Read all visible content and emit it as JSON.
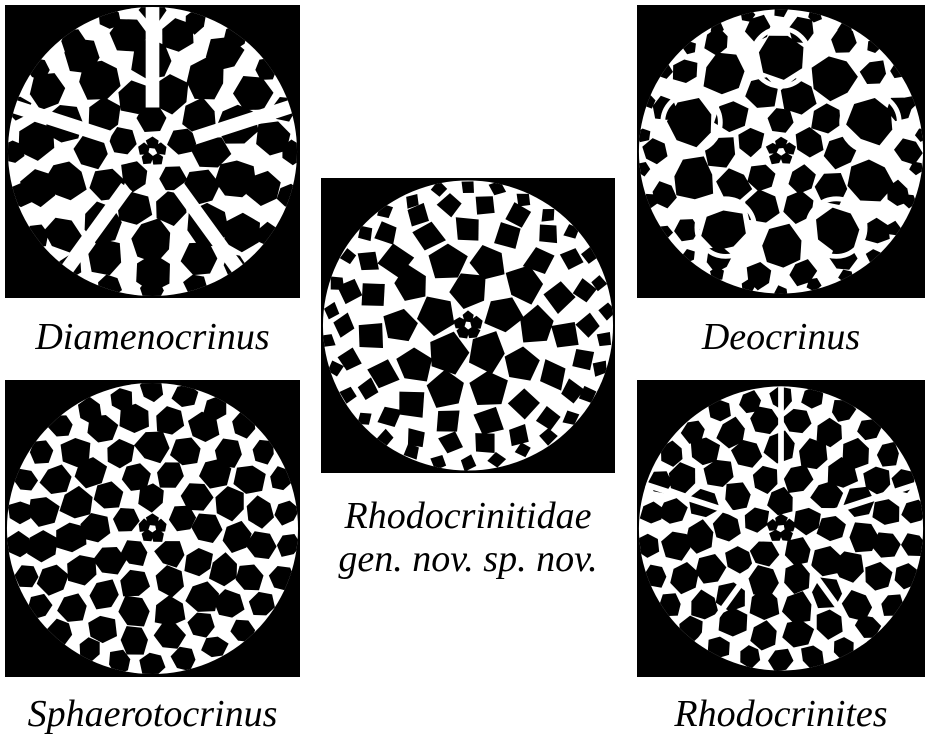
{
  "panels": [
    {
      "id": "diamenocrinus",
      "caption_lines": [
        "Diamenocrinus"
      ],
      "pattern": "rays-wide"
    },
    {
      "id": "deocrinus",
      "caption_lines": [
        "Deocrinus"
      ],
      "pattern": "rings"
    },
    {
      "id": "rhodocrinitidae",
      "caption_lines": [
        "Rhodocrinitidae",
        "gen. nov. sp. nov."
      ],
      "pattern": "radial-grid"
    },
    {
      "id": "sphaerotocrinus",
      "caption_lines": [
        "Sphaerotocrinus"
      ],
      "pattern": "honeycomb"
    },
    {
      "id": "rhodocrinites",
      "caption_lines": [
        "Rhodocrinites"
      ],
      "pattern": "honeycomb-rays"
    }
  ],
  "colors": {
    "background": "#ffffff",
    "plate": "#000000",
    "suture": "#ffffff"
  }
}
